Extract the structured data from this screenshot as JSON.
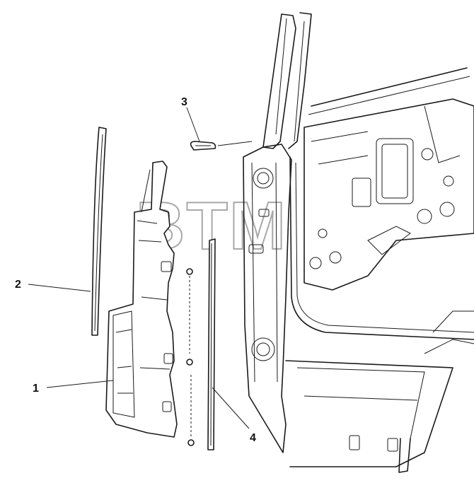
{
  "watermark": {
    "text": "BTM"
  },
  "callouts": [
    {
      "label": "1"
    },
    {
      "label": "2"
    },
    {
      "label": "3"
    },
    {
      "label": "4"
    }
  ]
}
